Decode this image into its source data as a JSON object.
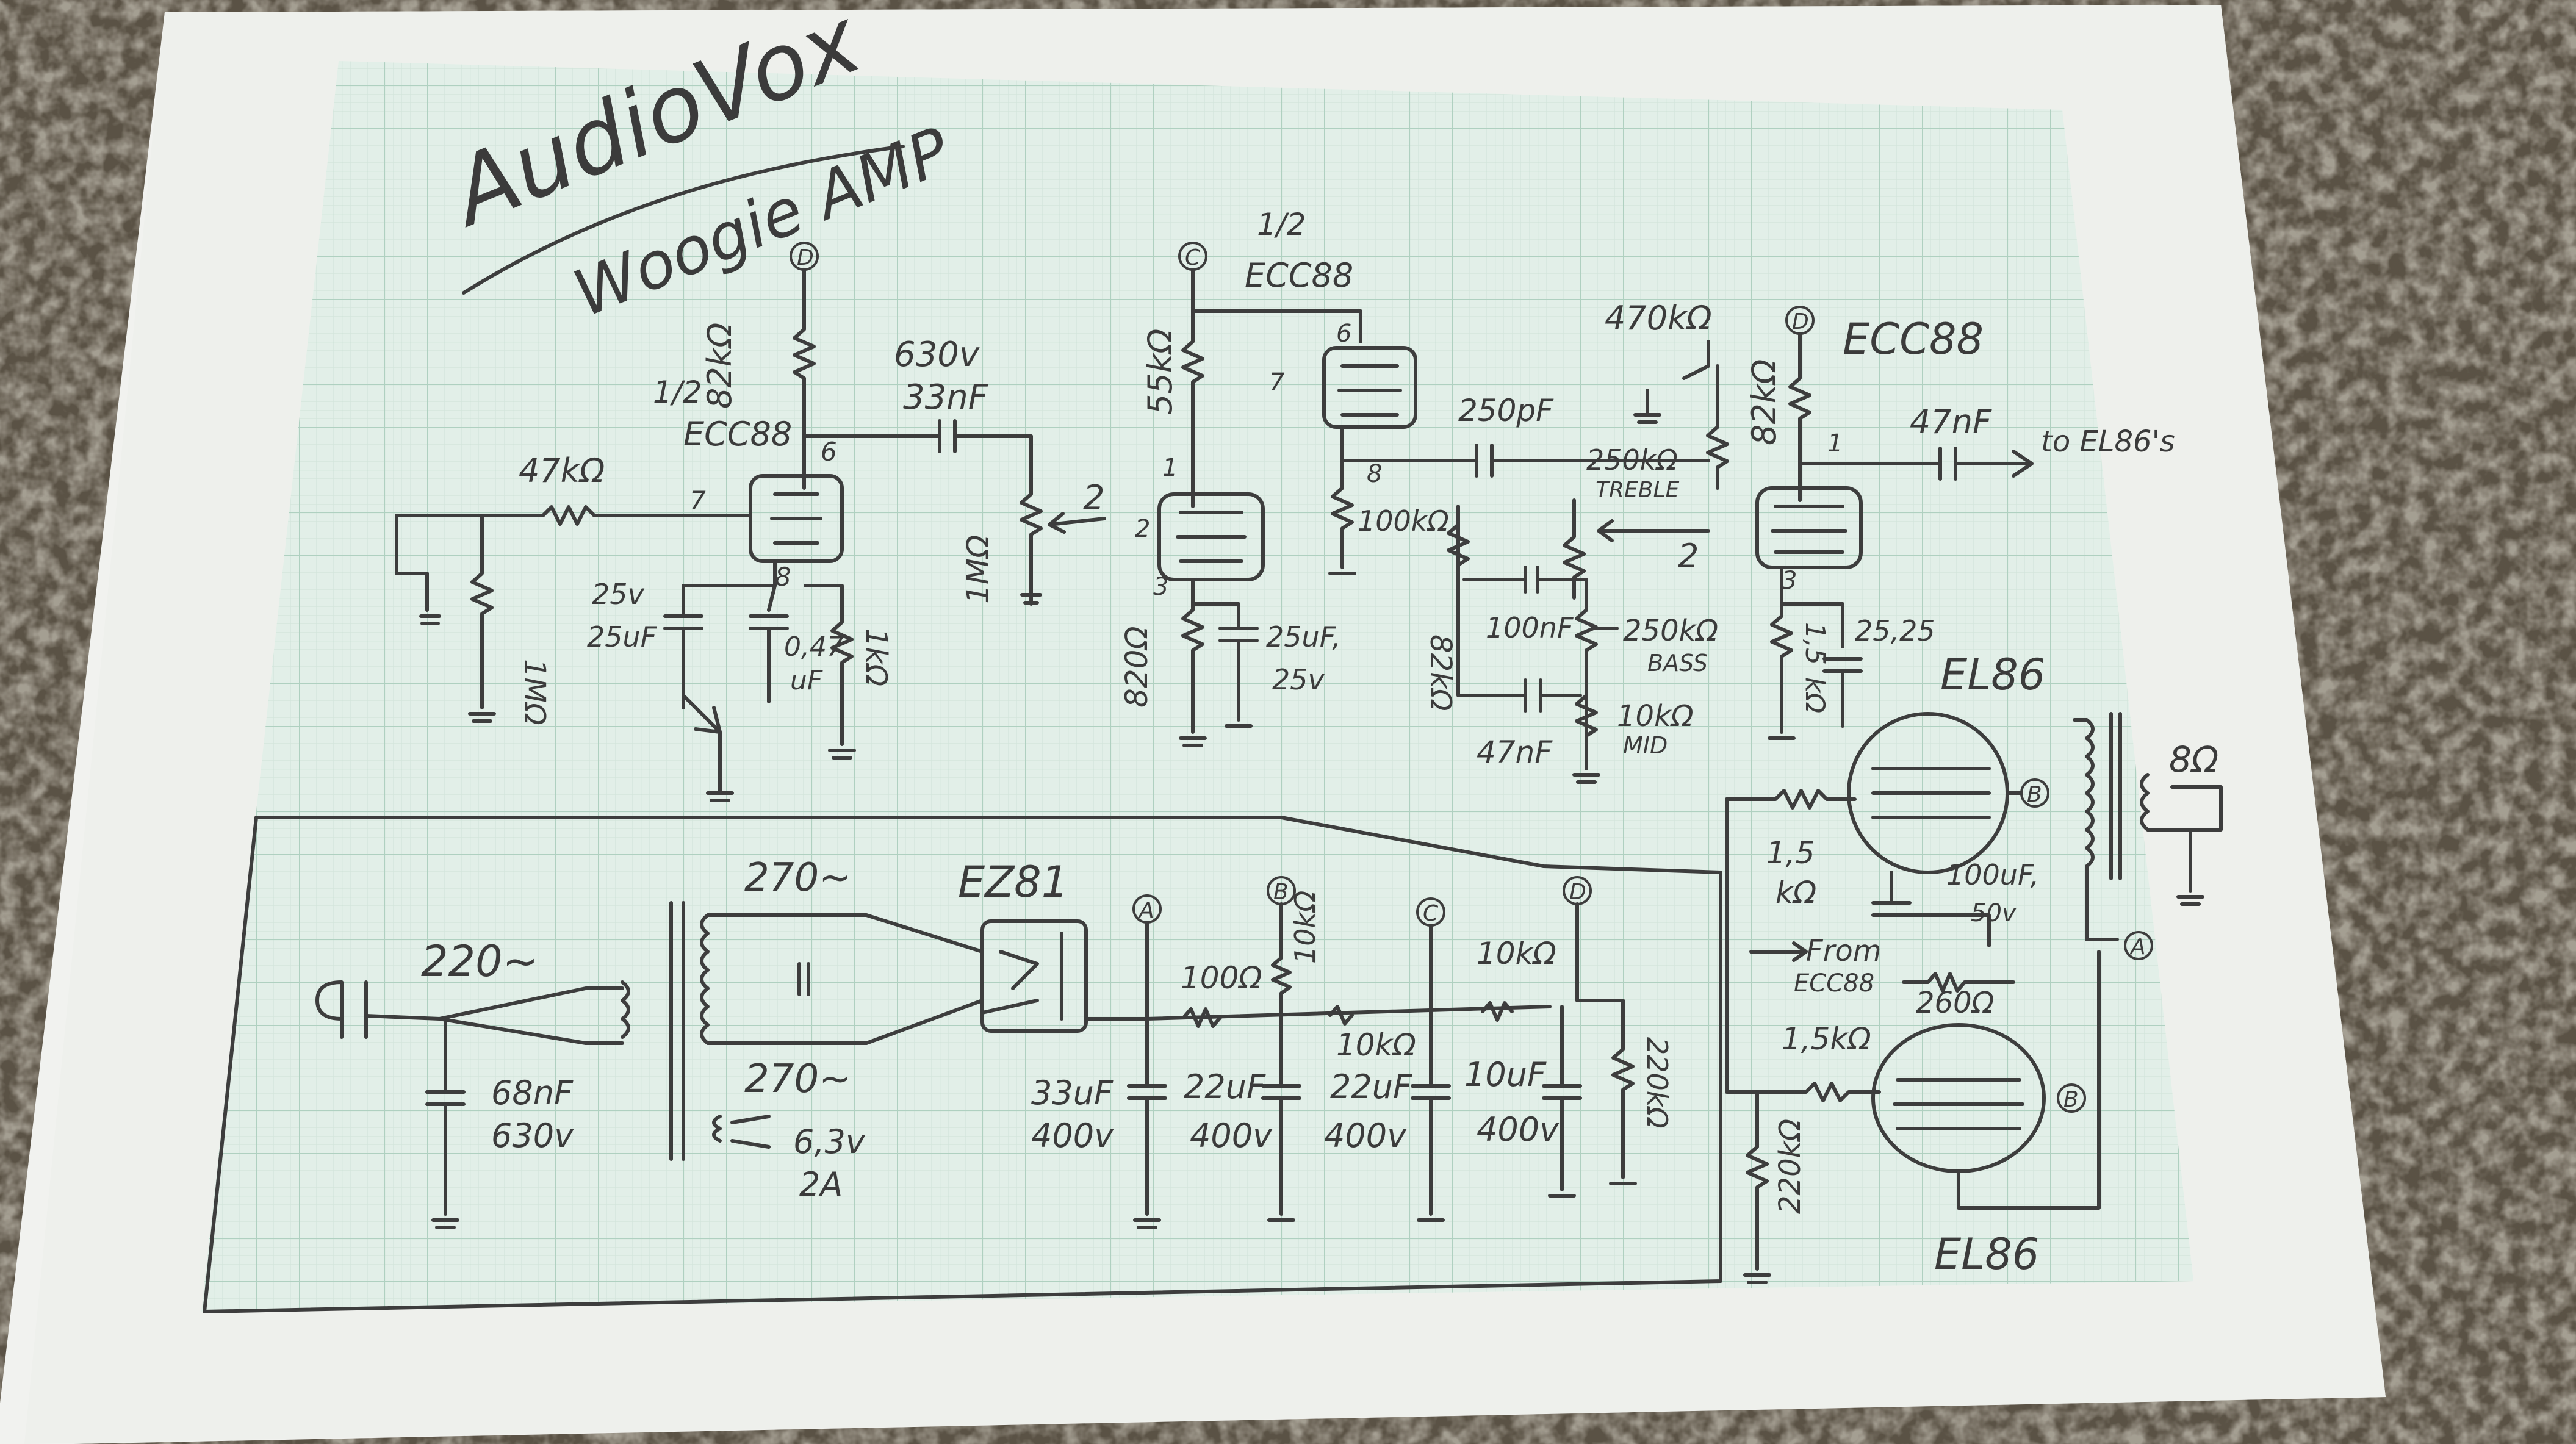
{
  "title": {
    "brand": "AudioVox",
    "model": "Woogie AMP"
  },
  "colors": {
    "paper": "#eef0ec",
    "grid": "#bfd8cc",
    "ink": "#3b3b3b",
    "background": "#6d6556"
  },
  "preamp": {
    "v1_half": "1/2",
    "v1_tube": "ECC88",
    "v1_pin_plate": "6",
    "v1_pin_grid": "7",
    "v1_pin_cathode": "8",
    "node_d": "D",
    "r_plate": "82kΩ",
    "cap_volt": "630v",
    "cap_value": "33nF",
    "r_grid": "47kΩ",
    "r_input": "1MΩ",
    "cap_cath_volt": "25v",
    "cap_cath_value": "25uF",
    "cap_cath2_a": "0,47",
    "cap_cath2_b": "uF",
    "r_cathode": "1kΩ",
    "pot_vol": "1MΩ",
    "arrow_2": "2"
  },
  "stage2": {
    "half": "1/2",
    "tube": "ECC88",
    "node_c": "C",
    "pin6": "6",
    "pin7": "7",
    "pin8": "8",
    "pin1": "1",
    "pin2": "2",
    "pin3": "3",
    "r_plate": "55kΩ",
    "r_cathode": "820Ω",
    "cap_cath_a": "25uF,",
    "cap_cath_b": "25v",
    "r_100k": "100kΩ"
  },
  "tonestack": {
    "cap_treble": "250pF",
    "r_470k": "470kΩ",
    "pot_treble": "250kΩ",
    "pot_treble_label": "TREBLE",
    "r_82k": "82kΩ",
    "cap_bass": "100nF",
    "pot_bass": "250kΩ",
    "pot_bass_label": "BASS",
    "pot_mid": "10kΩ",
    "pot_mid_label": "MID",
    "cap_mid": "47nF",
    "arrow_2": "2"
  },
  "stage3": {
    "node_d": "D",
    "tube": "ECC88",
    "r_plate": "82kΩ",
    "pin1": "1",
    "pin3": "3",
    "cap_out": "47nF",
    "out_label": "to EL86's",
    "r_cathode_a": "1,5",
    "r_cathode_b": "kΩ",
    "cap_cath": "25,25"
  },
  "output": {
    "tube_top": "EL86",
    "tube_bottom": "EL86",
    "node_b1": "B",
    "node_b2": "B",
    "node_a": "A",
    "speaker": "8Ω",
    "r_grid_top_a": "1,5",
    "r_grid_top_b": "kΩ",
    "from_label_a": "From",
    "from_label_b": "ECC88",
    "r_grid_bottom": "1,5kΩ",
    "cap_cath_a": "100uF,",
    "cap_cath_b": "50v",
    "r_cathode": "260Ω",
    "r_grid_leak": "220kΩ"
  },
  "psu": {
    "mains": "220~",
    "cap_mains_a": "68nF",
    "cap_mains_b": "630v",
    "sec_top": "270~",
    "sec_bottom": "270~",
    "heater_a": "6,3v",
    "heater_b": "2A",
    "rectifier": "EZ81",
    "node_a": "A",
    "node_b": "B",
    "node_c": "C",
    "node_d": "D",
    "r1": "100Ω",
    "r2": "10kΩ",
    "r3": "10kΩ",
    "r4": "10kΩ",
    "r_bleed": "220kΩ",
    "c1_a": "33uF",
    "c1_b": "400v",
    "c2_a": "22uF",
    "c2_b": "400v",
    "c3_a": "22uF",
    "c3_b": "400v",
    "c4_a": "10uF",
    "c4_b": "400v"
  }
}
